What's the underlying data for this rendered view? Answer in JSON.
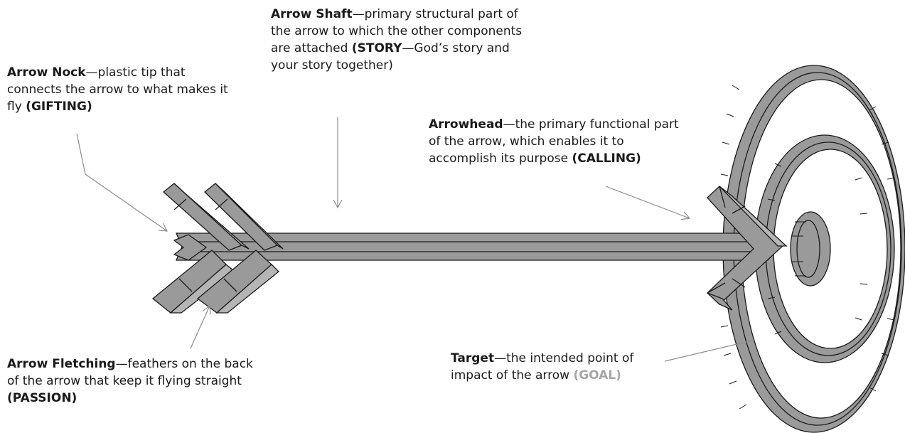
{
  "labels": {
    "shaft": {
      "term": "Arrow Shaft",
      "desc": "—primary structural part of the arrow to which the other components are attached ",
      "key": "(STORY",
      "key_desc": "—God’s story and your story together)"
    },
    "nock": {
      "term": "Arrow Nock",
      "desc": "—plastic tip that connects the arrow to what makes it fly ",
      "key": "(GIFTING)"
    },
    "head": {
      "term": "Arrowhead",
      "desc": "—the primary functional part of the arrow, which enables it to accomplish its purpose ",
      "key": "(CALLING)"
    },
    "fletching": {
      "term": "Arrow Fletching",
      "desc": "—feathers on the back of the arrow that keep it flying straight ",
      "key": "(PASSION)"
    },
    "target": {
      "term": "Target",
      "desc": "—the intended point of impact of the arrow ",
      "key": "(GOAL)"
    }
  },
  "colors": {
    "fill": "#9a9a9a",
    "fill_light": "#b5b5b5",
    "stroke": "#1a1a1a",
    "pointer": "#8c8c8c",
    "goal_text": "#a6a6a6"
  },
  "icons": [
    "target-graphic",
    "arrow-graphic"
  ]
}
